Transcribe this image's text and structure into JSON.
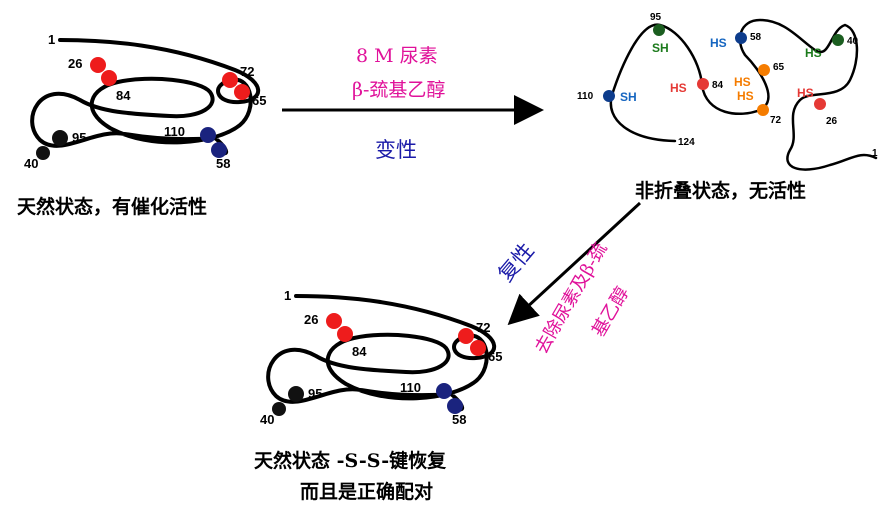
{
  "conditions": {
    "urea": "8 M 尿素",
    "mercaptoethanol": "β-巯基乙醇",
    "denaturation": "变性",
    "renaturation": "复性",
    "removal_line1": "去除尿素及β-巯",
    "removal_line2": "基乙醇"
  },
  "states": {
    "native_caption": "天然状态，有催化活性",
    "unfolded_caption": "非折叠状态，无活性",
    "refolded_caption_line1": "天然状态 -S-S-键恢复",
    "refolded_caption_line2": "而且是正确配对"
  },
  "native_labels": {
    "n1": "1",
    "n26": "26",
    "n84": "84",
    "n72": "72",
    "n65": "65",
    "n95": "95",
    "n40": "40",
    "n110": "110",
    "n58": "58"
  },
  "unfolded_labels": {
    "n95": "95",
    "sh95": "SH",
    "hs58": "HS",
    "n58": "58",
    "n40": "40",
    "hs40": "HS",
    "n110": "110",
    "sh110": "SH",
    "hs84": "HS",
    "n84": "84",
    "hs65": "HS",
    "n65": "65",
    "hs72": "HS",
    "n72": "72",
    "hs26": "HS",
    "n26": "26",
    "n124": "124",
    "n1": "1"
  },
  "colors": {
    "pair_26_84": "#ee1c1c",
    "pair_65_72": "#ee1c1c",
    "pair_40_95": "#111111",
    "pair_58_110": "#1a237e",
    "sh_green": "#1b7a1b",
    "sh_blue": "#1565c0",
    "hs_red": "#e53935",
    "hs_orange": "#f57c00",
    "reagent_text": "#e0119a",
    "process_text": "#1a1aa8",
    "caption_text": "#000000"
  }
}
